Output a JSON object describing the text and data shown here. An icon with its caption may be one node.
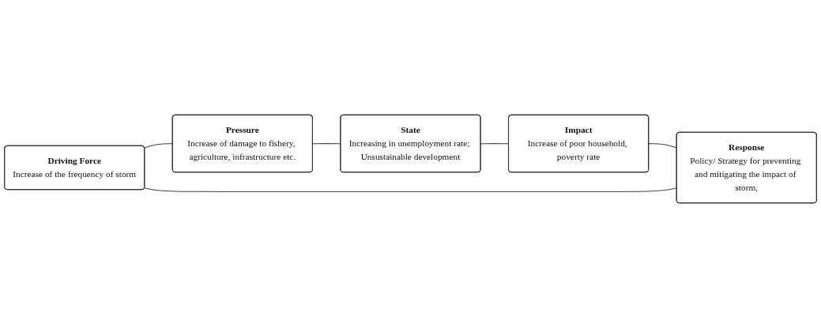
{
  "diagram": {
    "nodes": [
      {
        "text": [
          "Driving Force",
          "Increase of the frequency of storm"
        ]
      },
      {
        "text": [
          "Pressure",
          "Increase of damage to fishery, agriculture, infrastructure etc."
        ]
      },
      {
        "text": [
          "State",
          "Increasing in unemployment rate; Unsustainable development"
        ]
      },
      {
        "text": [
          "Impact",
          "Increase of poor household, poverty rate"
        ]
      },
      {
        "text": [
          "Response",
          "Policy/ Strategy for preventing and mitigating the impact of storm,"
        ]
      }
    ],
    "edges": [
      {
        "from": 0,
        "to": 1,
        "arrow": "none"
      },
      {
        "from": 1,
        "to": 2,
        "arrow": "none"
      },
      {
        "from": 2,
        "to": 3,
        "arrow": "none"
      },
      {
        "from": 3,
        "to": 4,
        "arrow": "none"
      },
      {
        "from": 4,
        "to": 0,
        "arrow": "none"
      }
    ]
  }
}
